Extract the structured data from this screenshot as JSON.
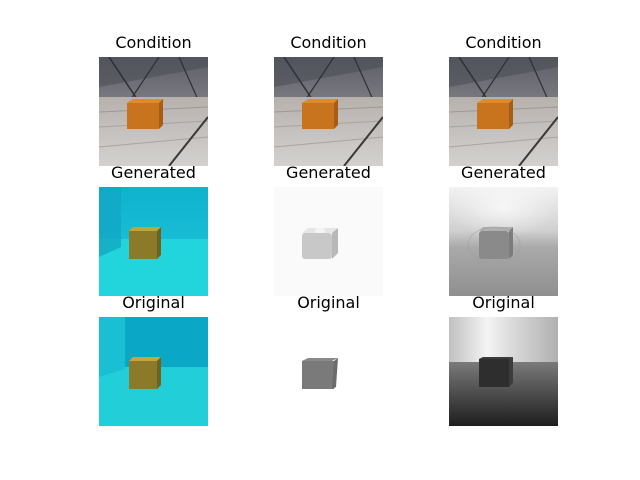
{
  "panels": [
    {
      "row": "condition",
      "col": 0,
      "title": "Condition"
    },
    {
      "row": "condition",
      "col": 1,
      "title": "Condition"
    },
    {
      "row": "condition",
      "col": 2,
      "title": "Condition"
    },
    {
      "row": "generated",
      "col": 0,
      "title": "Generated"
    },
    {
      "row": "generated",
      "col": 1,
      "title": "Generated"
    },
    {
      "row": "generated",
      "col": 2,
      "title": "Generated"
    },
    {
      "row": "original",
      "col": 0,
      "title": "Original"
    },
    {
      "row": "original",
      "col": 1,
      "title": "Original"
    },
    {
      "row": "original",
      "col": 2,
      "title": "Original"
    }
  ],
  "colors": {
    "cube_orange": "#c8741e",
    "floor_wood": "#b9b4b0",
    "seg_cyan": "#22d0dc",
    "seg_cube": "#8a7a2a",
    "normal_gray": "#7a7a7a",
    "depth_dark": "#2a2a2a"
  }
}
